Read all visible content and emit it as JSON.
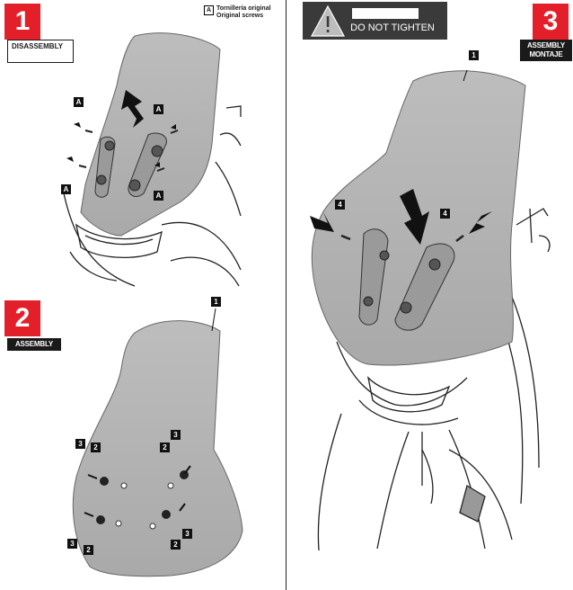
{
  "panel1": {
    "step_number": "1",
    "label": "DISASSEMBLY",
    "legend_letter": "A",
    "legend_line1": "Tornillería original",
    "legend_line2": "Original screws",
    "callout_letter": "A"
  },
  "panel2": {
    "step_number": "2",
    "label": "ASSEMBLY",
    "part_1": "1",
    "part_2": "2",
    "part_3": "3"
  },
  "panel3": {
    "step_number": "3",
    "label_line1": "ASSEMBLY",
    "label_line2": "MONTAJE",
    "warning_text": "DO NOT TIGHTEN",
    "warning_icon": "warning-triangle-icon",
    "part_1": "1",
    "part_4": "4"
  },
  "colors": {
    "accent_red": "#e3202a",
    "label_black": "#1a1a1a",
    "screen_grey": "#b8b8b8",
    "warning_bg": "#3a3a3a"
  }
}
